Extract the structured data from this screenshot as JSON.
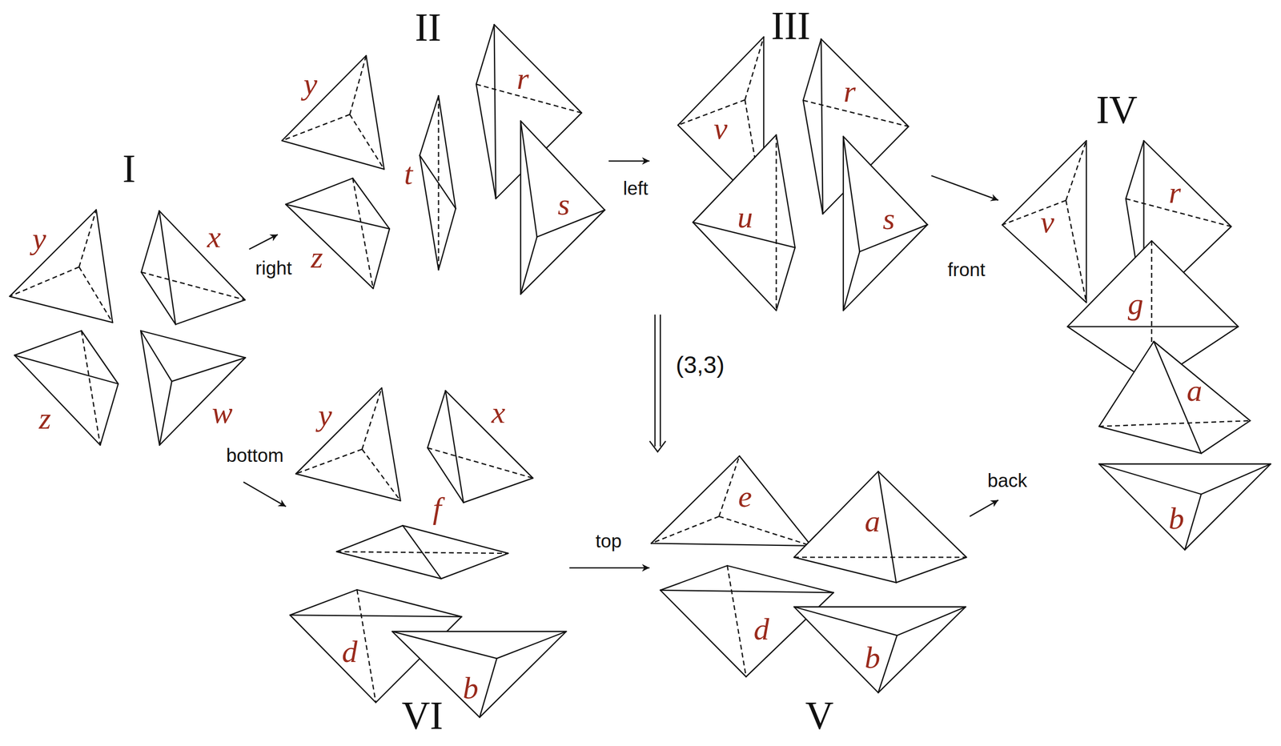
{
  "diagram": {
    "nodes": [
      {
        "text": [
          "I"
        ]
      },
      {
        "text": [
          "y"
        ],
        "in": 0
      },
      {
        "text": [
          "x"
        ],
        "in": 0
      },
      {
        "text": [
          "z"
        ],
        "in": 0
      },
      {
        "text": [
          "w"
        ],
        "in": 0
      },
      {
        "text": [
          "II"
        ]
      },
      {
        "text": [
          "y"
        ],
        "in": 5
      },
      {
        "text": [
          "z"
        ],
        "in": 5
      },
      {
        "text": [
          "t"
        ],
        "in": 5
      },
      {
        "text": [
          "r"
        ],
        "in": 5
      },
      {
        "text": [
          "s"
        ],
        "in": 5
      },
      {
        "text": [
          "III"
        ]
      },
      {
        "text": [
          "v"
        ],
        "in": 11
      },
      {
        "text": [
          "u"
        ],
        "in": 11
      },
      {
        "text": [
          "r"
        ],
        "in": 11
      },
      {
        "text": [
          "s"
        ],
        "in": 11
      },
      {
        "text": [
          "IV"
        ]
      },
      {
        "text": [
          "v"
        ],
        "in": 16
      },
      {
        "text": [
          "r"
        ],
        "in": 16
      },
      {
        "text": [
          "g"
        ],
        "in": 16
      },
      {
        "text": [
          "a"
        ],
        "in": 16
      },
      {
        "text": [
          "b"
        ],
        "in": 16
      },
      {
        "text": [
          "V"
        ]
      },
      {
        "text": [
          "e"
        ],
        "in": 22
      },
      {
        "text": [
          "a"
        ],
        "in": 22
      },
      {
        "text": [
          "d"
        ],
        "in": 22
      },
      {
        "text": [
          "b"
        ],
        "in": 22
      },
      {
        "text": [
          "VI"
        ]
      },
      {
        "text": [
          "y"
        ],
        "in": 27
      },
      {
        "text": [
          "x"
        ],
        "in": 27
      },
      {
        "text": [
          "f"
        ],
        "in": 27
      },
      {
        "text": [
          "d"
        ],
        "in": 27
      },
      {
        "text": [
          "b"
        ],
        "in": 27
      }
    ],
    "edges": [
      {
        "from": 0,
        "to": 5,
        "arrow": "to",
        "label": "right"
      },
      {
        "from": 5,
        "to": 11,
        "arrow": "to",
        "label": "left"
      },
      {
        "from": 11,
        "to": 16,
        "arrow": "to",
        "label": "front"
      },
      {
        "from": 0,
        "to": 27,
        "arrow": "to",
        "label": "bottom"
      },
      {
        "from": 27,
        "to": 22,
        "arrow": "to",
        "label": "top"
      },
      {
        "from": 22,
        "to": 16,
        "arrow": "to",
        "label": "back"
      },
      {
        "from": 11,
        "to": 22,
        "arrow": "to",
        "label": "(3,3)"
      }
    ]
  }
}
